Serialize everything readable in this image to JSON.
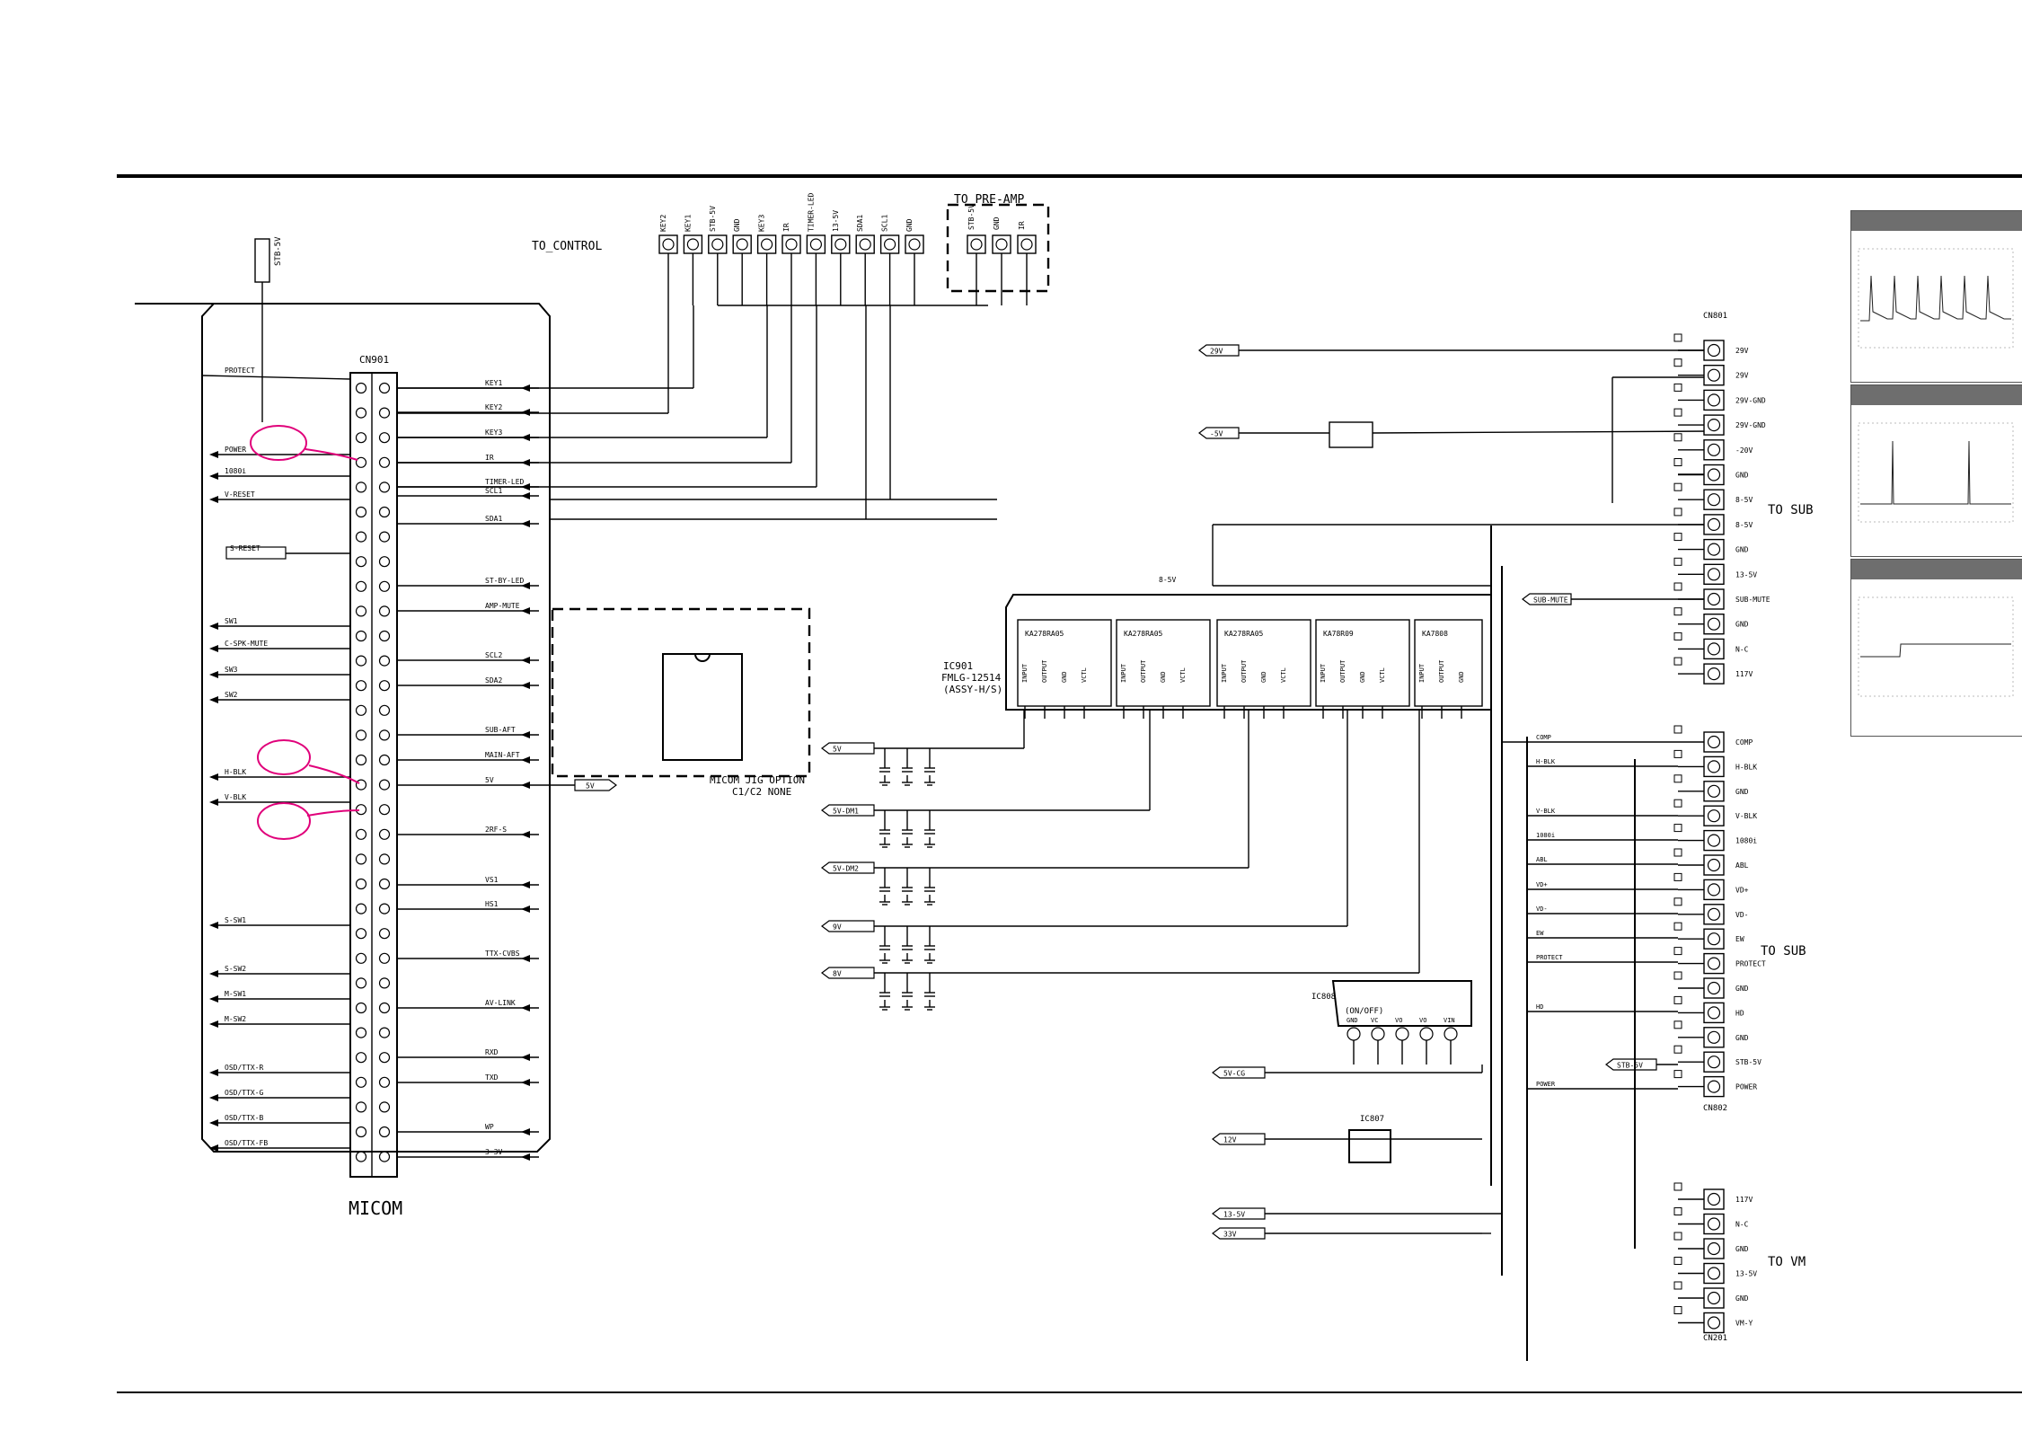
{
  "blocks": {
    "to_control": "TO_CONTROL",
    "to_preamp": "TO PRE-AMP",
    "micom": "MICOM",
    "cn901": "CN901",
    "jig": "MICOM JIG OPTION",
    "jig2": "C1/C2 NONE",
    "ic901_name": "IC901",
    "ic901_part": "FMLG-12514",
    "ic901_assy": "(ASSY-H/S)",
    "ic807": "IC807",
    "ic808": "IC808",
    "cn801": "CN801",
    "cn802": "CN802",
    "cn201": "CN201",
    "to_sub_1": "TO SUB",
    "to_sub_2": "TO SUB",
    "to_vm": "TO VM",
    "stb5v": "STB-5V",
    "on_off": "(ON/OFF)"
  },
  "top_connector_pins": [
    "KEY2",
    "KEY1",
    "STB-5V",
    "GND",
    "KEY3",
    "IR",
    "TIMER-LED",
    "13-5V",
    "SDA1",
    "SCL1",
    "GND"
  ],
  "preamp_pins": [
    "STB-5V",
    "GND",
    "IR"
  ],
  "micom_right_signals": [
    "KEY1",
    "KEY2",
    "KEY3",
    "IR",
    "TIMER-LED",
    "SCL1",
    "SDA1",
    "ST-BY-LED",
    "AMP-MUTE",
    "SCL2",
    "SDA2",
    "SUB-AFT",
    "MAIN-AFT",
    "5V",
    "2RF-S",
    "VS1",
    "HS1",
    "TTX-CVBS",
    "AV-LINK",
    "RXD",
    "TXD",
    "WP",
    "3-3V"
  ],
  "micom_left_signals": [
    "PROTECT",
    "POWER",
    "1080i",
    "V-RESET",
    "S-RESET",
    "SW1",
    "C-SPK-MUTE",
    "SW3",
    "SW2",
    "H-BLK",
    "V-BLK",
    "S-SW1",
    "S-SW2",
    "M-SW1",
    "M-SW2",
    "OSD/TTX-R",
    "OSD/TTX-G",
    "OSD/TTX-B",
    "OSD/TTX-FB"
  ],
  "ic901_blocks": [
    "KA278RA05",
    "KA278RA05",
    "KA278RA05",
    "KA78R09",
    "KA7808"
  ],
  "ic901_pin_labels": [
    "INPUT",
    "OUTPUT",
    "GND",
    "VCTL"
  ],
  "left_rails": [
    "5V",
    "5V-DM1",
    "5V-DM2",
    "9V",
    "8V"
  ],
  "lower_rails": [
    "5V-CG",
    "12V",
    "13-5V",
    "33V"
  ],
  "right_top_rails": [
    "29V",
    "-5V",
    "SUB-MUTE",
    "8-5V"
  ],
  "cn801_pins": [
    "29V",
    "29V",
    "29V-GND",
    "29V-GND",
    "-20V",
    "GND",
    "8-5V",
    "8-5V",
    "GND",
    "13-5V",
    "SUB-MUTE",
    "GND",
    "N-C",
    "117V"
  ],
  "cn802_pins": [
    "COMP",
    "H-BLK",
    "GND",
    "V-BLK",
    "1080i",
    "ABL",
    "VD+",
    "VD-",
    "EW",
    "PROTECT",
    "GND",
    "HD",
    "GND",
    "STB-5V",
    "POWER"
  ],
  "cn201_pins": [
    "117V",
    "N-C",
    "GND",
    "13-5V",
    "GND",
    "VM-Y"
  ],
  "cn802_left_labels": [
    "COMP",
    "H-BLK",
    "V-BLK",
    "1080i",
    "ABL",
    "VD+",
    "VD-",
    "EW",
    "PROTECT",
    "HD",
    "POWER"
  ],
  "ic808_pins": [
    "GND",
    "VC",
    "VO",
    "VO",
    "VIN"
  ],
  "colors": {
    "ink": "#000000",
    "annotation": "#e0007a",
    "scope_header": "#6e6e6e"
  }
}
